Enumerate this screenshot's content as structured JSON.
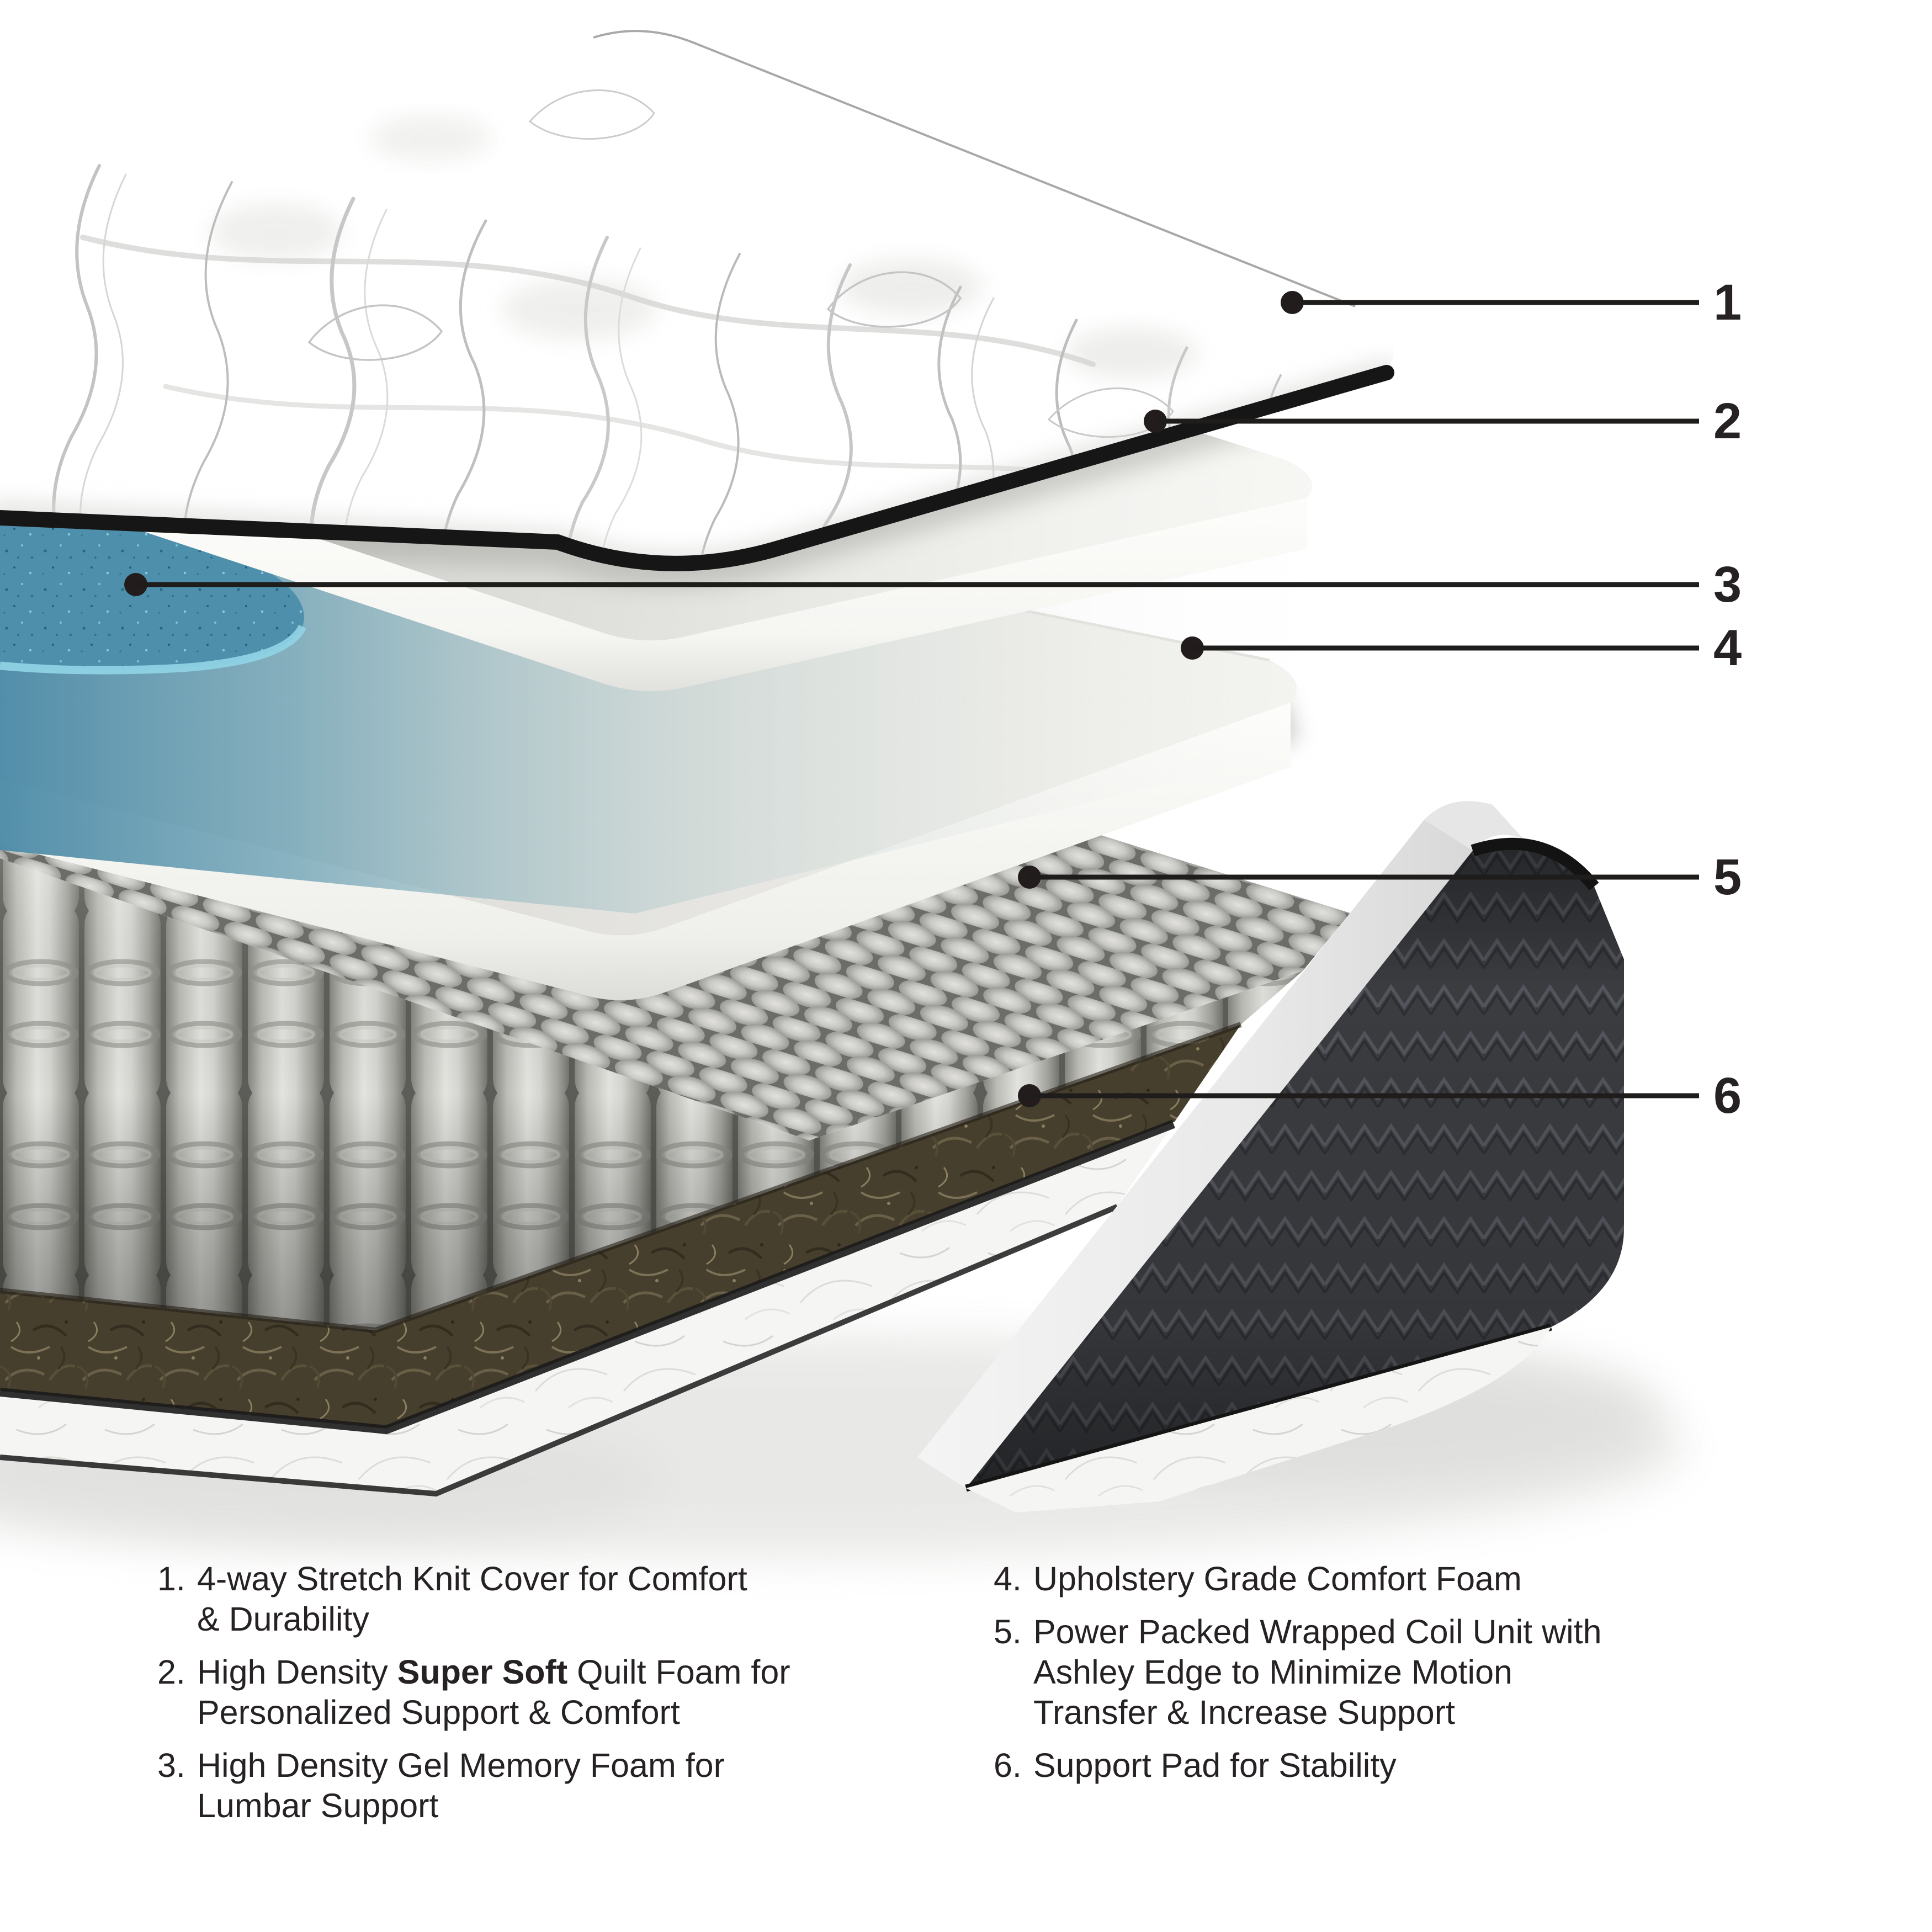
{
  "callouts": [
    {
      "label": "1"
    },
    {
      "label": "2"
    },
    {
      "label": "3"
    },
    {
      "label": "4"
    },
    {
      "label": "5"
    },
    {
      "label": "6"
    }
  ],
  "legend": {
    "left": [
      {
        "num": "1.",
        "lines": [
          [
            {
              "t": "4-way Stretch Knit Cover for Comfort"
            }
          ],
          [
            {
              "t": "& Durability"
            }
          ]
        ]
      },
      {
        "num": "2.",
        "lines": [
          [
            {
              "t": "High Density "
            },
            {
              "t": "Super Soft",
              "b": true
            },
            {
              "t": " Quilt Foam for"
            }
          ],
          [
            {
              "t": "Personalized Support & Comfort"
            }
          ]
        ]
      },
      {
        "num": "3.",
        "lines": [
          [
            {
              "t": "High Density Gel Memory Foam for"
            }
          ],
          [
            {
              "t": "Lumbar Support"
            }
          ]
        ]
      }
    ],
    "right": [
      {
        "num": "4.",
        "lines": [
          [
            {
              "t": "Upholstery Grade Comfort Foam"
            }
          ]
        ]
      },
      {
        "num": "5.",
        "lines": [
          [
            {
              "t": "Power Packed Wrapped Coil Unit with"
            }
          ],
          [
            {
              "t": "Ashley Edge to Minimize Motion"
            }
          ],
          [
            {
              "t": "Transfer & Increase Support"
            }
          ]
        ]
      },
      {
        "num": "6.",
        "lines": [
          [
            {
              "t": "Support Pad for Stability"
            }
          ]
        ]
      }
    ]
  },
  "colors": {
    "gel_foam_blue": "#4e8fac",
    "gel_rim_light": "#8fd2e4",
    "coil_gray": "#c9c9c5",
    "felt_brown": "#473f2d",
    "side_panel_charcoal": "#3a3c40",
    "binding_black": "#1a1a1a",
    "text_dark": "#262223"
  }
}
